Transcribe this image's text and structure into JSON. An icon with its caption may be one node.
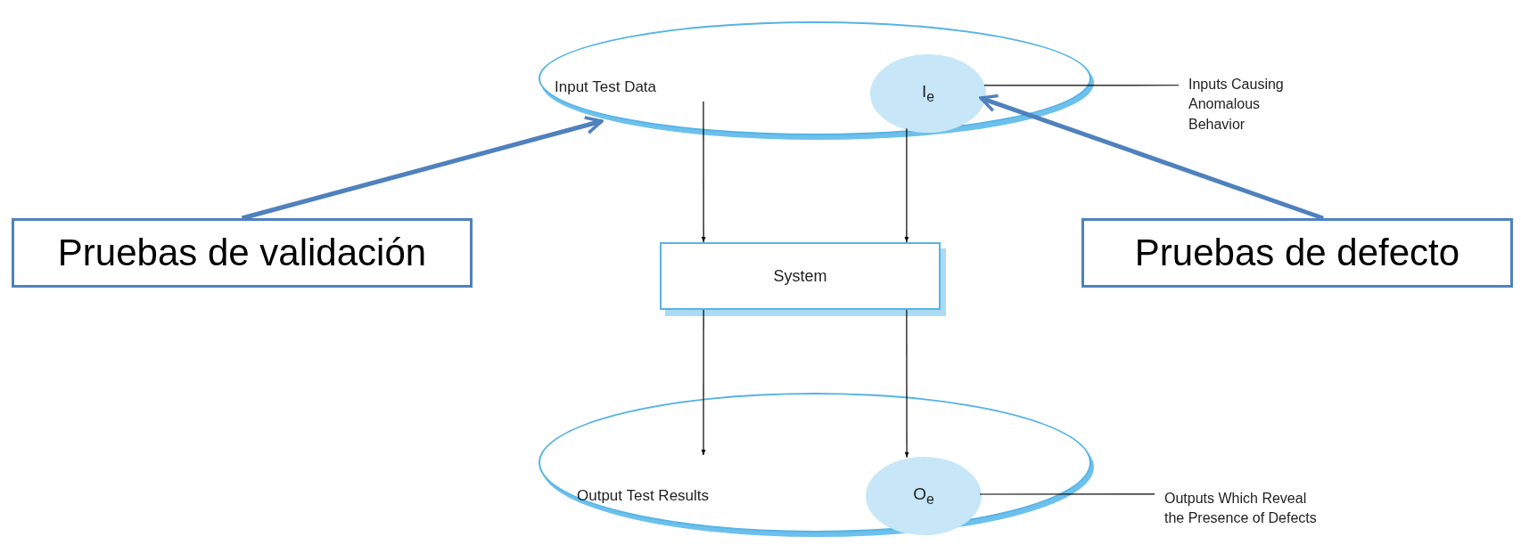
{
  "diagram": {
    "nodes": [
      {
        "text": [],
        "shape": "ellipse"
      },
      {
        "text": [
          "Input Test Data"
        ],
        "in": 0
      },
      {
        "text": [
          "I$_{e}$"
        ],
        "in": 0
      },
      {
        "text": [
          "Inputs Causing Anomalous Behavior"
        ]
      },
      {
        "text": [
          "System"
        ]
      },
      {
        "text": [],
        "shape": "ellipse"
      },
      {
        "text": [
          "Output Test Results"
        ],
        "in": 5
      },
      {
        "text": [
          "O$_{e}$"
        ],
        "in": 5
      },
      {
        "text": [
          "Outputs Which Reveal the Presence of Defects"
        ]
      },
      {
        "text": [
          "Pruebas de validación"
        ]
      },
      {
        "text": [
          "Pruebas de defecto"
        ]
      }
    ],
    "edges": [
      {
        "from": 1,
        "to": 4,
        "arrow": "to"
      },
      {
        "from": 2,
        "to": 4,
        "arrow": "to"
      },
      {
        "from": 4,
        "to": 6,
        "arrow": "to"
      },
      {
        "from": 4,
        "to": 7,
        "arrow": "to"
      },
      {
        "from": 3,
        "to": 2,
        "arrow": "none"
      },
      {
        "from": 8,
        "to": 7,
        "arrow": "none"
      },
      {
        "from": 9,
        "to": 0,
        "arrow": "to",
        "style": "thick",
        "color": "#4f81bd"
      },
      {
        "from": 10,
        "to": 2,
        "arrow": "to",
        "style": "thick",
        "color": "#4f81bd"
      }
    ]
  }
}
